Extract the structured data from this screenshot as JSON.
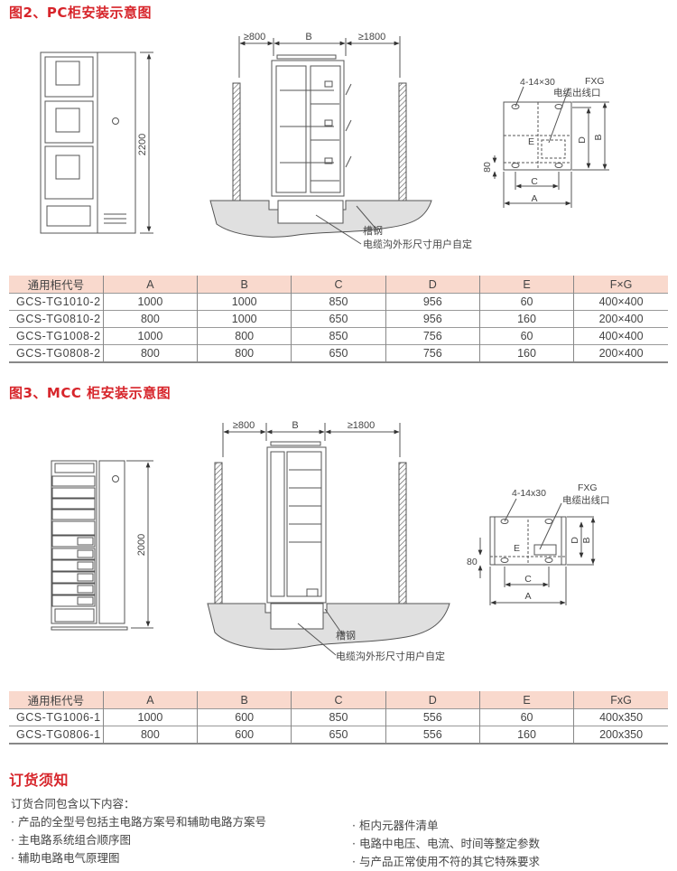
{
  "fig2": {
    "title": "图2、PC柜安装示意图",
    "height_dim": "2200",
    "clear_left": "≥800",
    "width_label": "B",
    "clear_right": "≥1800",
    "channel_label": "槽钢",
    "trench_label": "电缆沟外形尺寸用户自定",
    "plan": {
      "holes": "4-14×30",
      "fxg": "FXG",
      "outlet": "电缆出线口",
      "a": "A",
      "b": "B",
      "c": "C",
      "d": "D",
      "e": "E",
      "offset": "80"
    }
  },
  "table1": {
    "headers": [
      "通用柜代号",
      "A",
      "B",
      "C",
      "D",
      "E",
      "F×G"
    ],
    "rows": [
      [
        "GCS-TG1010-2",
        "1000",
        "1000",
        "850",
        "956",
        "60",
        "400×400"
      ],
      [
        "GCS-TG0810-2",
        "800",
        "1000",
        "650",
        "956",
        "160",
        "200×400"
      ],
      [
        "GCS-TG1008-2",
        "1000",
        "800",
        "850",
        "756",
        "60",
        "400×400"
      ],
      [
        "GCS-TG0808-2",
        "800",
        "800",
        "650",
        "756",
        "160",
        "200×400"
      ]
    ]
  },
  "fig3": {
    "title": "图3、MCC 柜安装示意图",
    "height_dim": "2000",
    "clear_left": "≥800",
    "width_label": "B",
    "clear_right": "≥1800",
    "channel_label": "槽钢",
    "trench_label": "电缆沟外形尺寸用户自定",
    "plan": {
      "holes": "4-14x30",
      "fxg": "FXG",
      "outlet": "电缆出线口",
      "a": "A",
      "b": "B",
      "c": "C",
      "d": "D",
      "e": "E",
      "offset": "80"
    }
  },
  "table2": {
    "headers": [
      "通用柜代号",
      "A",
      "B",
      "C",
      "D",
      "E",
      "FxG"
    ],
    "rows": [
      [
        "GCS-TG1006-1",
        "1000",
        "600",
        "850",
        "556",
        "60",
        "400x350"
      ],
      [
        "GCS-TG0806-1",
        "800",
        "600",
        "650",
        "556",
        "160",
        "200x350"
      ]
    ]
  },
  "ordering": {
    "title": "订货须知",
    "intro": "订货合同包含以下内容：",
    "left": [
      "· 产品的全型号包括主电路方案号和辅助电路方案号",
      "· 主电路系统组合顺序图",
      "· 辅助电路电气原理图"
    ],
    "right": [
      "· 柜内元器件清单",
      "· 电路中电压、电流、时间等整定参数",
      "· 与产品正常使用不符的其它特殊要求"
    ]
  },
  "colors": {
    "heading": "#d7252b",
    "table_header": "#f9d9cd"
  }
}
